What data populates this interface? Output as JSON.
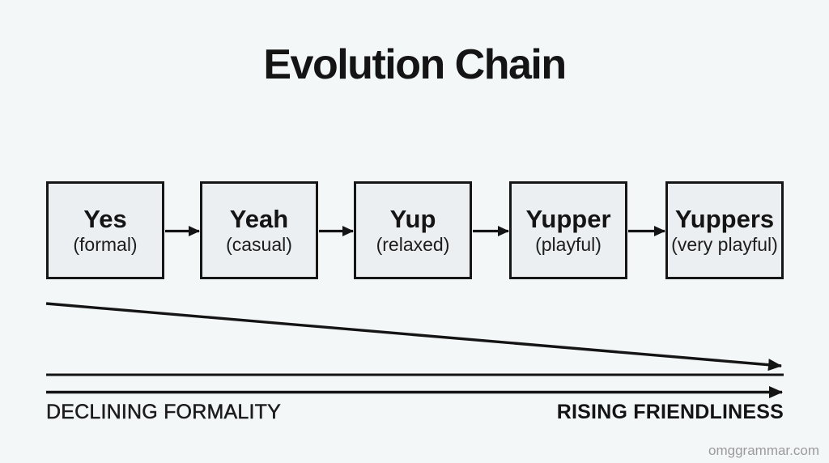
{
  "page": {
    "title": "Evolution Chain",
    "watermark": "omggrammar.com",
    "background_color": "#f4f7f8"
  },
  "chain": {
    "stages": [
      {
        "word": "Yes",
        "tone": "(formal)"
      },
      {
        "word": "Yeah",
        "tone": "(casual)"
      },
      {
        "word": "Yup",
        "tone": "(relaxed)"
      },
      {
        "word": "Yupper",
        "tone": "(playful)"
      },
      {
        "word": "Yuppers",
        "tone": "(very playful)"
      }
    ],
    "box_fill_color": "#eceff1",
    "box_border_color": "#161616",
    "arrow_color": "#141414"
  },
  "axes": {
    "left_label": "DECLINING FORMALITY",
    "right_label": "RISING FRIENDLINESS",
    "left_meaning": "declining line with right arrowhead",
    "right_meaning": "horizontal line and right arrow"
  }
}
